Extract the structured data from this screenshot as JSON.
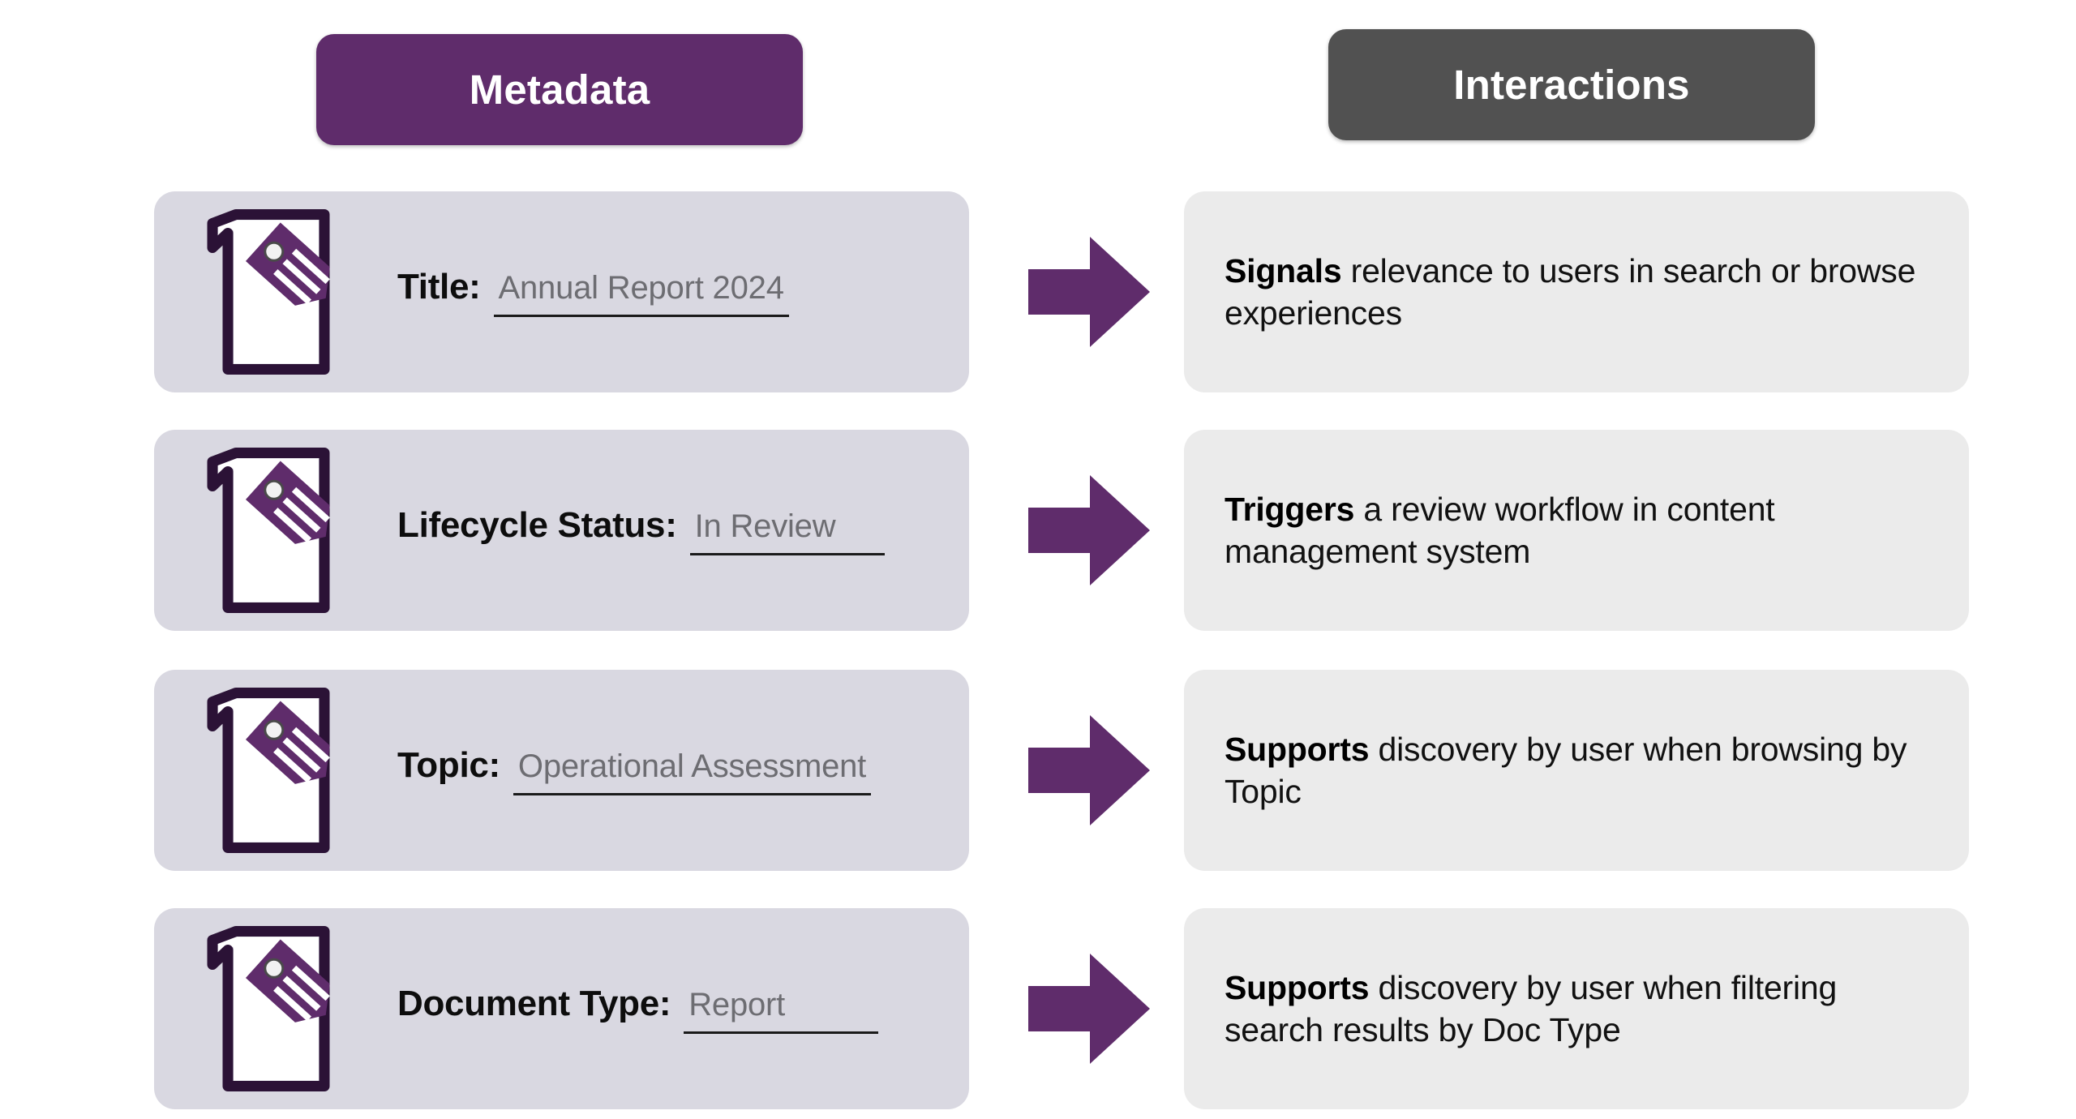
{
  "headers": {
    "left": {
      "label": "Metadata",
      "color": "#5f2c6b"
    },
    "right": {
      "label": "Interactions",
      "color": "#515151"
    }
  },
  "palette": {
    "purple": "#5f2c6b",
    "dark_outline": "#2b1236",
    "meta_card_bg": "#d9d8e1",
    "int_card_bg": "#ebebeb",
    "value_text": "#6d6d72",
    "page_bg": "#ffffff"
  },
  "arrow_icon": "right-arrow-icon",
  "doc_icon": "document-tag-icon",
  "rows": [
    {
      "icon": "document-tag-icon",
      "label": "Title:",
      "value": "Annual Report 2024",
      "arrow": "right-arrow-icon",
      "interaction_lead": "Signals",
      "interaction_rest": " relevance to users in search or browse experiences"
    },
    {
      "icon": "document-tag-icon",
      "label": "Lifecycle Status:",
      "value": "In Review",
      "arrow": "right-arrow-icon",
      "interaction_lead": "Triggers",
      "interaction_rest": " a review workflow in content management system"
    },
    {
      "icon": "document-tag-icon",
      "label": "Topic:",
      "value": "Operational Assessment",
      "arrow": "right-arrow-icon",
      "interaction_lead": "Supports",
      "interaction_rest": " discovery by user when browsing by Topic"
    },
    {
      "icon": "document-tag-icon",
      "label": "Document Type:",
      "value": "Report",
      "arrow": "right-arrow-icon",
      "interaction_lead": "Supports",
      "interaction_rest": " discovery by user when filtering search results by Doc Type"
    }
  ]
}
